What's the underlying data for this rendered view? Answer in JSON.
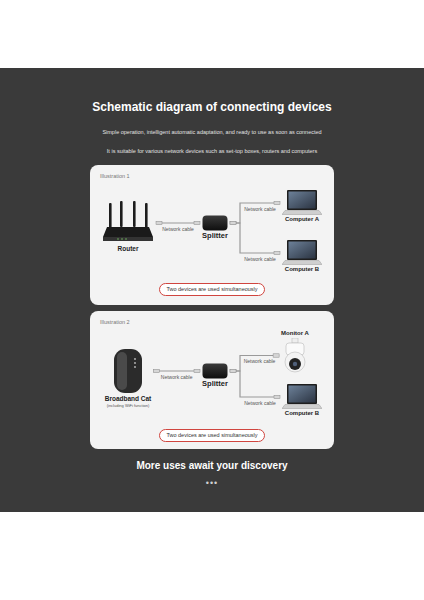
{
  "diagram": {
    "title": "Schematic diagram of connecting devices",
    "nodes": [
      {
        "text": [
          "Illustration 1"
        ]
      },
      {
        "text": [
          "Router"
        ],
        "in": 0
      },
      {
        "text": [
          "Splitter"
        ],
        "in": 0
      },
      {
        "text": [
          "Computer A"
        ],
        "in": 0
      },
      {
        "text": [
          "Computer B"
        ],
        "in": 0
      },
      {
        "text": [
          "Two devices are used simultaneously"
        ],
        "in": 0
      },
      {
        "text": [
          "Illustration 2"
        ]
      },
      {
        "text": [
          "Broadband Cat",
          "(including WiFi function)"
        ],
        "in": 6
      },
      {
        "text": [
          "Splitter"
        ],
        "in": 6
      },
      {
        "text": [
          "Monitor A"
        ],
        "in": 6
      },
      {
        "text": [
          "Computer B"
        ],
        "in": 6
      },
      {
        "text": [
          "Two devices are used simultaneously"
        ],
        "in": 6
      }
    ],
    "edges": [
      {
        "from": 1,
        "to": 2,
        "label": "Network cable",
        "arrow": "none"
      },
      {
        "from": 2,
        "to": 3,
        "label": "Network cable",
        "arrow": "none"
      },
      {
        "from": 2,
        "to": 4,
        "label": "Network cable",
        "arrow": "none"
      },
      {
        "from": 7,
        "to": 8,
        "label": "Network cable",
        "arrow": "none"
      },
      {
        "from": 8,
        "to": 9,
        "label": "Network cable",
        "arrow": "none"
      },
      {
        "from": 8,
        "to": 10,
        "label": "Network cable",
        "arrow": "none"
      }
    ],
    "labels": [
      "Simple operation, intelligent automatic adaptation, and ready to use as soon as connected",
      "It is suitable for various network devices such as set-top boxes, routers and computers",
      "More uses await your discovery",
      "•••"
    ]
  }
}
